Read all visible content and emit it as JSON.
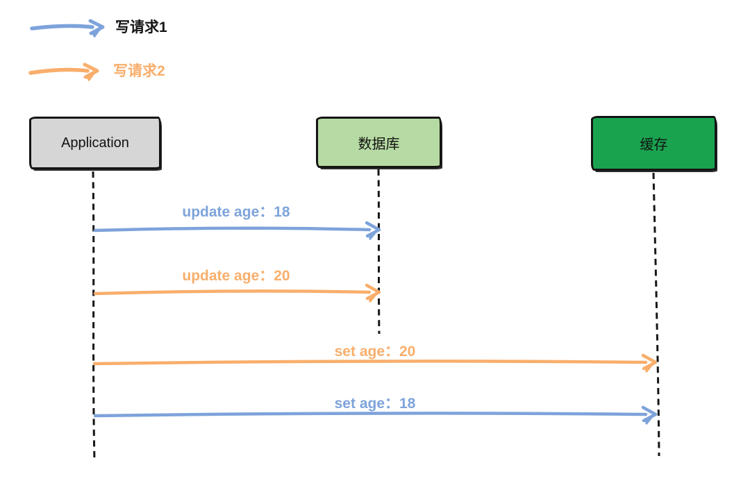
{
  "palette": {
    "blue": "#7ea3db",
    "orange": "#f9ae6b",
    "line": "#161616",
    "app_box_fill": "#d6d6d6",
    "database_box_fill": "#b6daa3",
    "cache_box_fill": "#1aa34f"
  },
  "legend": {
    "items": [
      {
        "label": "写请求1",
        "color": "#161616",
        "arrow_color": "#7ea3db"
      },
      {
        "label": "写请求2",
        "color": "#f9ae6b",
        "arrow_color": "#f9ae6b"
      }
    ]
  },
  "actors": [
    {
      "id": "application",
      "label": "Application"
    },
    {
      "id": "database",
      "label": "数据库"
    },
    {
      "id": "cache",
      "label": "缓存"
    }
  ],
  "messages": [
    {
      "label": "update age：18",
      "from": "application",
      "to": "database",
      "color": "#7ea3db",
      "legend": "写请求1"
    },
    {
      "label": "update age：20",
      "from": "application",
      "to": "database",
      "color": "#f9ae6b",
      "legend": "写请求2"
    },
    {
      "label": "set age：20",
      "from": "application",
      "to": "cache",
      "color": "#f9ae6b",
      "legend": "写请求2"
    },
    {
      "label": "set age：18",
      "from": "application",
      "to": "cache",
      "color": "#7ea3db",
      "legend": "写请求1"
    }
  ]
}
